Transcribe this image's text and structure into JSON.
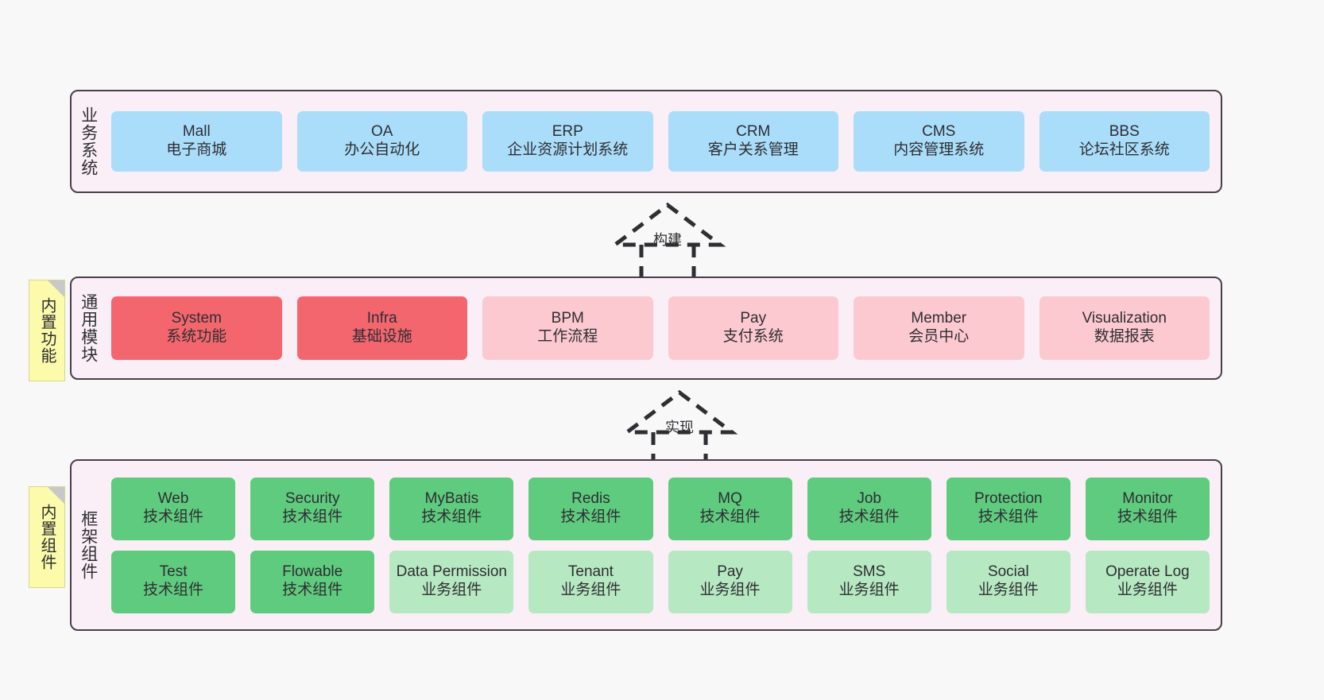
{
  "diagram": {
    "background_color": "#f8f8f8",
    "layer_fill": "#faeef7",
    "layer_border": "#4a3f4b"
  },
  "notes": [
    {
      "name": "builtin-function",
      "label": "内置功能",
      "color": "#fbfbab"
    },
    {
      "name": "builtin-component",
      "label": "内置组件",
      "color": "#fbfbab"
    }
  ],
  "connectors": [
    {
      "name": "build",
      "label": "构建",
      "style": "dashed-generalization"
    },
    {
      "name": "implement",
      "label": "实现",
      "style": "dashed-generalization"
    }
  ],
  "layers": [
    {
      "id": "business",
      "title": "业务系统",
      "accent": "#aaddf9",
      "rows": [
        {
          "cells": [
            {
              "t1": "Mall",
              "t2": "电子商城",
              "variant": "blue"
            },
            {
              "t1": "OA",
              "t2": "办公自动化",
              "variant": "blue"
            },
            {
              "t1": "ERP",
              "t2": "企业资源计划系统",
              "variant": "blue"
            },
            {
              "t1": "CRM",
              "t2": "客户关系管理",
              "variant": "blue"
            },
            {
              "t1": "CMS",
              "t2": "内容管理系统",
              "variant": "blue"
            },
            {
              "t1": "BBS",
              "t2": "论坛社区系统",
              "variant": "blue"
            }
          ]
        }
      ]
    },
    {
      "id": "common",
      "title": "通用模块",
      "accent": "#f4666e",
      "rows": [
        {
          "cells": [
            {
              "t1": "System",
              "t2": "系统功能",
              "variant": "red-strong"
            },
            {
              "t1": "Infra",
              "t2": "基础设施",
              "variant": "red-strong"
            },
            {
              "t1": "BPM",
              "t2": "工作流程",
              "variant": "red-soft"
            },
            {
              "t1": "Pay",
              "t2": "支付系统",
              "variant": "red-soft"
            },
            {
              "t1": "Member",
              "t2": "会员中心",
              "variant": "red-soft"
            },
            {
              "t1": "Visualization",
              "t2": "数据报表",
              "variant": "red-soft"
            }
          ]
        }
      ]
    },
    {
      "id": "framework",
      "title": "框架组件",
      "accent": "#5fcb7e",
      "rows": [
        {
          "cells": [
            {
              "t1": "Web",
              "t2": "技术组件",
              "variant": "green-tech"
            },
            {
              "t1": "Security",
              "t2": "技术组件",
              "variant": "green-tech"
            },
            {
              "t1": "MyBatis",
              "t2": "技术组件",
              "variant": "green-tech"
            },
            {
              "t1": "Redis",
              "t2": "技术组件",
              "variant": "green-tech"
            },
            {
              "t1": "MQ",
              "t2": "技术组件",
              "variant": "green-tech"
            },
            {
              "t1": "Job",
              "t2": "技术组件",
              "variant": "green-tech"
            },
            {
              "t1": "Protection",
              "t2": "技术组件",
              "variant": "green-tech"
            },
            {
              "t1": "Monitor",
              "t2": "技术组件",
              "variant": "green-tech"
            }
          ]
        },
        {
          "cells": [
            {
              "t1": "Test",
              "t2": "技术组件",
              "variant": "green-tech"
            },
            {
              "t1": "Flowable",
              "t2": "技术组件",
              "variant": "green-tech"
            },
            {
              "t1": "Data Permission",
              "t2": "业务组件",
              "variant": "green-biz"
            },
            {
              "t1": "Tenant",
              "t2": "业务组件",
              "variant": "green-biz"
            },
            {
              "t1": "Pay",
              "t2": "业务组件",
              "variant": "green-biz"
            },
            {
              "t1": "SMS",
              "t2": "业务组件",
              "variant": "green-biz"
            },
            {
              "t1": "Social",
              "t2": "业务组件",
              "variant": "green-biz"
            },
            {
              "t1": "Operate Log",
              "t2": "业务组件",
              "variant": "green-biz"
            }
          ]
        }
      ]
    }
  ]
}
